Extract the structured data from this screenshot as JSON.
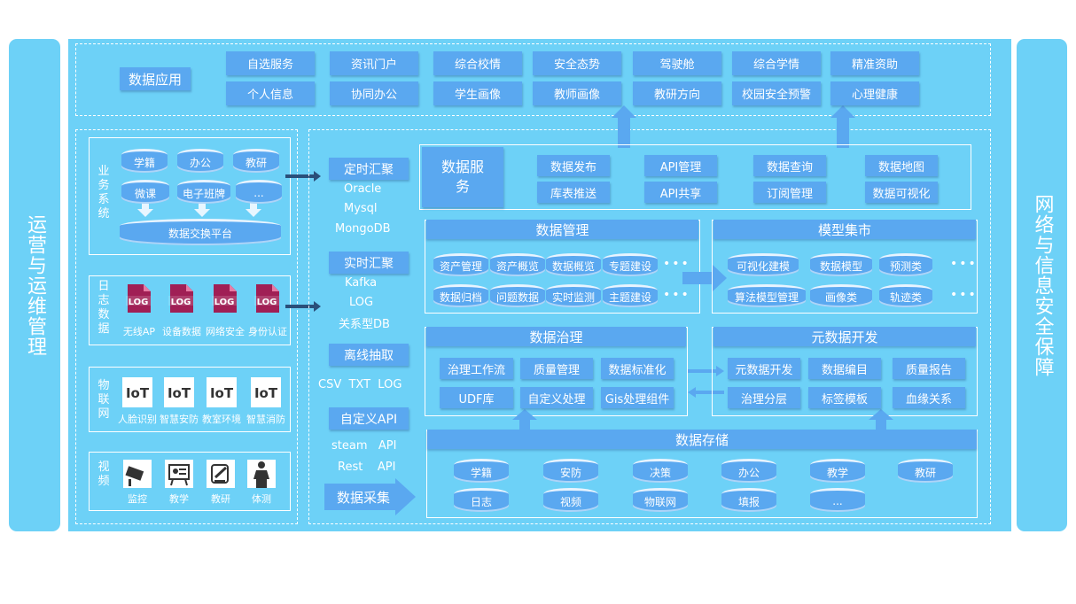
{
  "left_bar": "运营与运维管理",
  "right_bar": "网络与信息安全保障",
  "app": {
    "title": "数据应用",
    "row1": [
      "自选服务",
      "资讯门户",
      "综合校情",
      "安全态势",
      "驾驶舱",
      "综合学情",
      "精准资助"
    ],
    "row2": [
      "个人信息",
      "协同办公",
      "学生画像",
      "教师画像",
      "教研方向",
      "校园安全预警",
      "心理健康"
    ]
  },
  "biz": {
    "label": "业务系统",
    "row1": [
      "学籍",
      "办公",
      "教研"
    ],
    "row2": [
      "微课",
      "电子班牌",
      "..."
    ],
    "platform": "数据交换平台"
  },
  "log": {
    "label": "日志数据",
    "badge": "LOG",
    "items": [
      "无线AP",
      "设备数据",
      "网络安全",
      "身份认证"
    ]
  },
  "iot": {
    "label": "物联网",
    "badge": "IoT",
    "items": [
      "人脸识别",
      "智慧安防",
      "教室环境",
      "智慧消防"
    ]
  },
  "video": {
    "label": "视频",
    "items": [
      "监控",
      "教学",
      "教研",
      "体测"
    ]
  },
  "collect": {
    "sched": "定时汇聚",
    "sched_items": [
      "Oracle",
      "Mysql",
      "MongoDB"
    ],
    "realtime": "实时汇聚",
    "realtime_items": [
      "Kafka",
      "LOG",
      "关系型DB"
    ],
    "offline": "离线抽取",
    "offline_items": "CSV  TXT  LOG",
    "api": "自定义API",
    "api_items": [
      "steam   API",
      "Rest    API"
    ],
    "title": "数据采集"
  },
  "service": {
    "title": "数据服务",
    "items": [
      "数据发布",
      "API管理",
      "数据查询",
      "数据地图",
      "库表推送",
      "API共享",
      "订阅管理",
      "数据可视化"
    ]
  },
  "mgmt": {
    "title": "数据管理",
    "row1": [
      "资产管理",
      "资产概览",
      "数据概览",
      "专题建设"
    ],
    "row2": [
      "数据归档",
      "问题数据",
      "实时监测",
      "主题建设"
    ],
    "more": "•••"
  },
  "model": {
    "title": "模型集市",
    "row1": [
      "可视化建模",
      "数据模型",
      "预测类"
    ],
    "row2": [
      "算法模型管理",
      "画像类",
      "轨迹类"
    ],
    "more": "•••"
  },
  "gov": {
    "title": "数据治理",
    "items": [
      "治理工作流",
      "质量管理",
      "数据标准化",
      "UDF库",
      "自定义处理",
      "Gis处理组件"
    ]
  },
  "meta": {
    "title": "元数据开发",
    "items": [
      "元数据开发",
      "数据编目",
      "质量报告",
      "治理分层",
      "标签模板",
      "血缘关系"
    ]
  },
  "storage": {
    "title": "数据存储",
    "row1": [
      "学籍",
      "安防",
      "决策",
      "办公",
      "教学",
      "教研"
    ],
    "row2": [
      "日志",
      "视频",
      "物联网",
      "填报",
      "..."
    ]
  },
  "colors": {
    "panel": "#6dd1f7",
    "button": "#5aa8f0",
    "arrow": "#2a4f7a"
  }
}
